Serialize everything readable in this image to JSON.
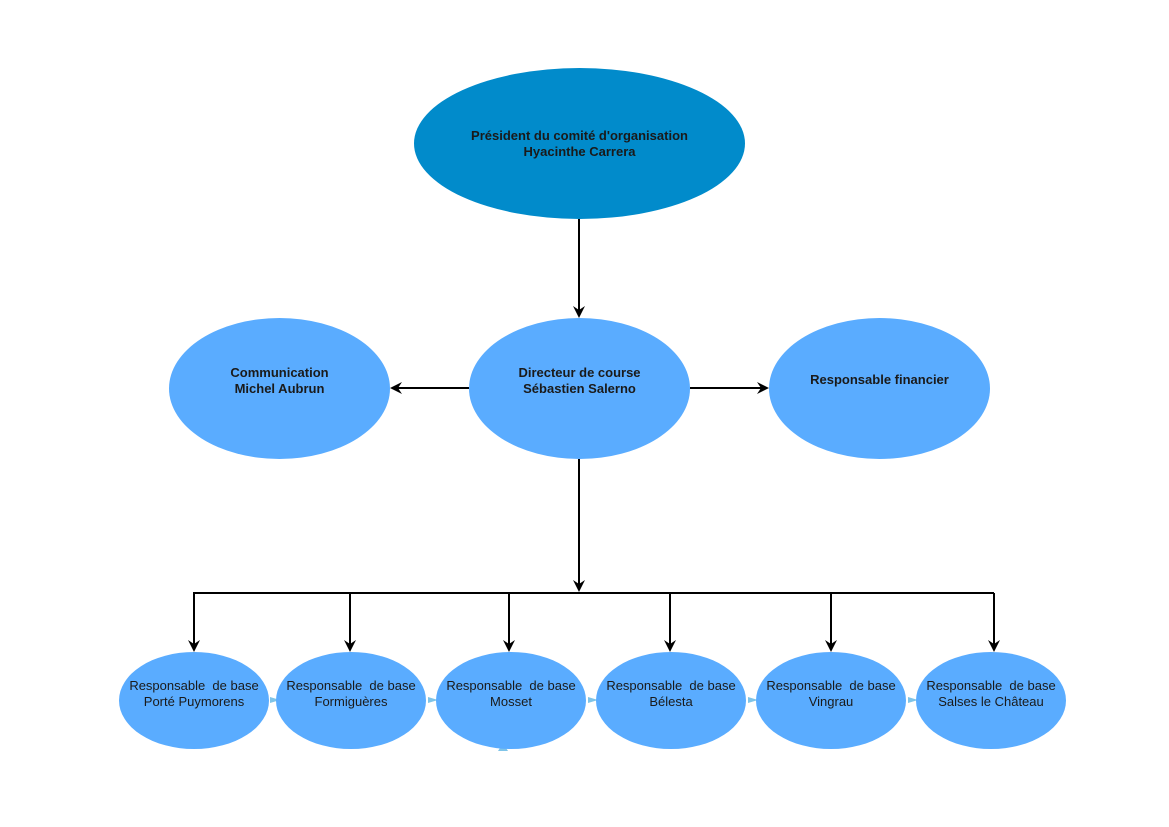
{
  "colors": {
    "president_fill": "#018bcb",
    "node_fill": "#5aacff",
    "connector": "#000000",
    "faint_connector": "#7fc4e8"
  },
  "president": {
    "title": "Président du comité d'organisation",
    "name": "Hyacinthe Carrera"
  },
  "directeur": {
    "title": "Directeur de course",
    "name": "Sébastien Salerno"
  },
  "communication": {
    "title": "Communication",
    "name": "Michel Aubrun"
  },
  "financier": {
    "title": "Responsable financier"
  },
  "bases": [
    {
      "title": "Responsable  de base",
      "place": "Porté Puymorens"
    },
    {
      "title": "Responsable  de base",
      "place": "Formiguères"
    },
    {
      "title": "Responsable  de base",
      "place": "Mosset"
    },
    {
      "title": "Responsable  de base",
      "place": "Bélesta"
    },
    {
      "title": "Responsable  de base",
      "place": "Vingrau"
    },
    {
      "title": "Responsable  de base",
      "place": "Salses le Château"
    }
  ]
}
